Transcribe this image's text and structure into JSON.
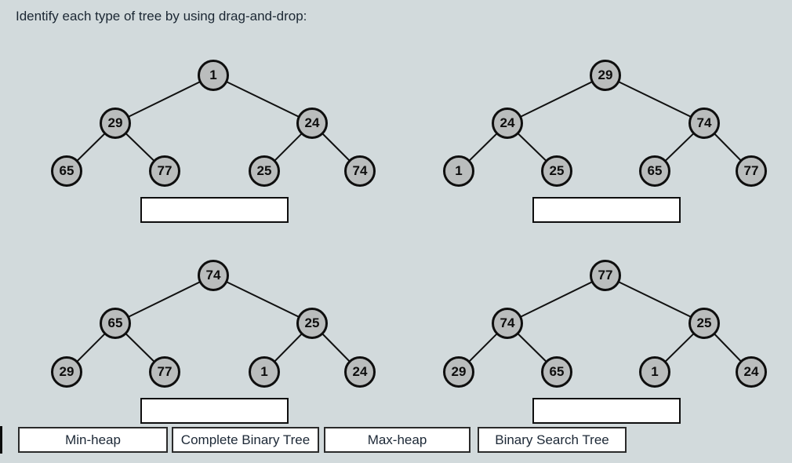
{
  "title": "Identify each type of tree by using drag-and-drop:",
  "trees": [
    {
      "name": "top-left-tree",
      "nodes": [
        "1",
        "29",
        "24",
        "65",
        "77",
        "25",
        "74"
      ]
    },
    {
      "name": "top-right-tree",
      "nodes": [
        "29",
        "24",
        "74",
        "1",
        "25",
        "65",
        "77"
      ]
    },
    {
      "name": "bottom-left-tree",
      "nodes": [
        "74",
        "65",
        "25",
        "29",
        "77",
        "1",
        "24"
      ]
    },
    {
      "name": "bottom-right-tree",
      "nodes": [
        "77",
        "74",
        "25",
        "29",
        "65",
        "1",
        "24"
      ]
    }
  ],
  "drag_labels": [
    {
      "label": "Min-heap"
    },
    {
      "label": "Complete Binary Tree"
    },
    {
      "label": "Max-heap"
    },
    {
      "label": "Binary Search Tree"
    }
  ],
  "colors": {
    "background": "#d2dadc",
    "node_fill": "#babdbd",
    "node_border": "#0e0e0e",
    "box_fill": "#ffffff",
    "box_border": "#0e0e0e",
    "text": "#1b2733"
  }
}
